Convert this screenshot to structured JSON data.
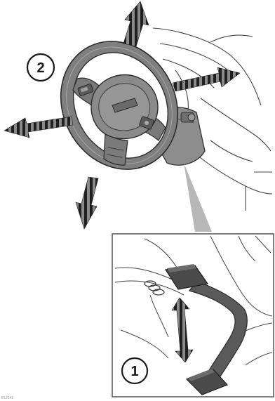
{
  "callouts": {
    "steering_adjust": "2",
    "pedal_adjust": "1"
  },
  "corner_code": "E12245",
  "colors": {
    "line": "#333333",
    "wheel_fill": "#7f7f7f",
    "wheel_dark": "#5a5a5a",
    "arrow_dark": "#1f1f1f",
    "arrow_mid": "#8a8a8a",
    "pedal_fill": "#4a4a4a",
    "inset_border": "#555555",
    "pointer": "#b7b7b7"
  },
  "icons": [
    "steering-wheel-illustration",
    "pedal-illustration",
    "adjust-arrow-icon"
  ]
}
